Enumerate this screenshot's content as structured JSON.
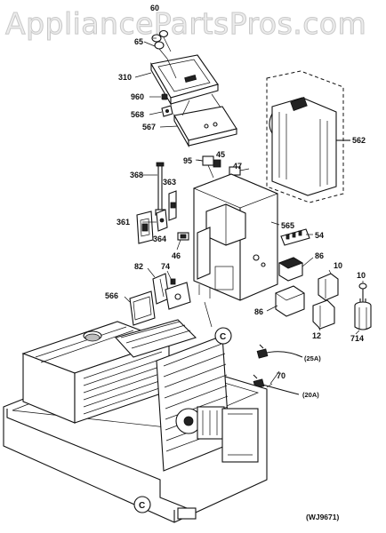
{
  "watermark": "AppliancePartsPros.com",
  "drawing_code": "(WJ9671)",
  "part_callouts": [
    {
      "id": "c60",
      "label": "60"
    },
    {
      "id": "c65",
      "label": "65"
    },
    {
      "id": "c310",
      "label": "310"
    },
    {
      "id": "c960",
      "label": "960"
    },
    {
      "id": "c568",
      "label": "568"
    },
    {
      "id": "c567",
      "label": "567"
    },
    {
      "id": "c562",
      "label": "562"
    },
    {
      "id": "c95",
      "label": "95"
    },
    {
      "id": "c45",
      "label": "45"
    },
    {
      "id": "c47",
      "label": "47"
    },
    {
      "id": "c368",
      "label": "368"
    },
    {
      "id": "c363",
      "label": "363"
    },
    {
      "id": "c361",
      "label": "361"
    },
    {
      "id": "c364",
      "label": "364"
    },
    {
      "id": "c565",
      "label": "565"
    },
    {
      "id": "c54",
      "label": "54"
    },
    {
      "id": "c46",
      "label": "46"
    },
    {
      "id": "c86a",
      "label": "86"
    },
    {
      "id": "c10a",
      "label": "10"
    },
    {
      "id": "c82",
      "label": "82"
    },
    {
      "id": "c74",
      "label": "74"
    },
    {
      "id": "c10b",
      "label": "10"
    },
    {
      "id": "c566",
      "label": "566"
    },
    {
      "id": "c86b",
      "label": "86"
    },
    {
      "id": "c12",
      "label": "12"
    },
    {
      "id": "c714",
      "label": "714"
    },
    {
      "id": "c70",
      "label": "70"
    }
  ],
  "cord_ratings": [
    "(25A)",
    "(20A)"
  ],
  "connection_markers": [
    "C",
    "C"
  ]
}
